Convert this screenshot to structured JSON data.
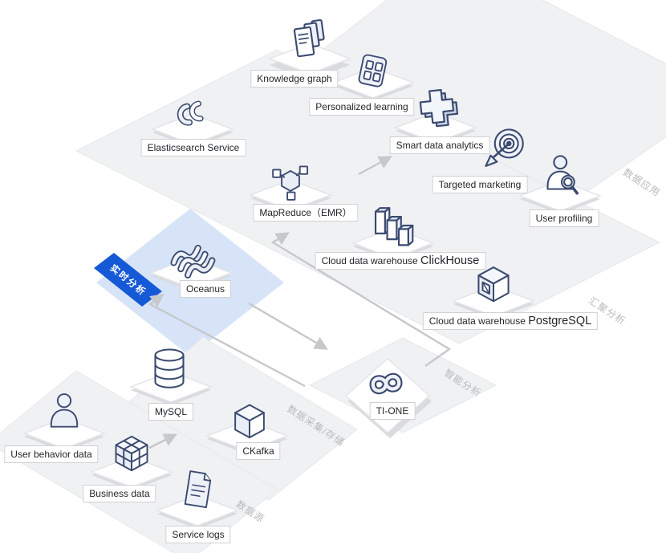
{
  "colors": {
    "accent_blue": "#1659d7",
    "band_gray": "#f0f1f3",
    "icon_navy": "#3b4a70",
    "light_blue": "#d7e4f8",
    "connector_gray": "#c6c8cb",
    "edge_label_gray": "#b8babe"
  },
  "bands": {
    "application": {
      "edge_label": "数据应用"
    },
    "aggregation": {
      "edge_label": "汇聚分析"
    },
    "realtime": {
      "edge_label": "实时分析"
    },
    "intelligent": {
      "edge_label": "智能分析"
    },
    "collection": {
      "edge_label": "数据采集/存储"
    },
    "source": {
      "edge_label": "数据源"
    }
  },
  "nodes": {
    "knowledge_graph": {
      "label": "Knowledge graph"
    },
    "personalized_learning": {
      "label": "Personalized learning"
    },
    "smart_data_analytics": {
      "label": "Smart data analytics"
    },
    "targeted_marketing": {
      "label": "Targeted marketing"
    },
    "user_profiling": {
      "label": "User profiling"
    },
    "elasticsearch": {
      "label": "Elasticsearch Service"
    },
    "mapreduce": {
      "label": "MapReduce（EMR）"
    },
    "clickhouse": {
      "label_prefix": "Cloud data warehouse ",
      "label_product": "ClickHouse"
    },
    "postgresql": {
      "label_prefix": "Cloud data warehouse ",
      "label_product": "PostgreSQL"
    },
    "oceanus": {
      "label": "Oceanus"
    },
    "ti_one": {
      "label": "TI-ONE"
    },
    "mysql": {
      "label": "MySQL"
    },
    "ckafka": {
      "label": "CKafka"
    },
    "user_behavior_data": {
      "label": "User behavior data"
    },
    "business_data": {
      "label": "Business data"
    },
    "service_logs": {
      "label": "Service logs"
    }
  }
}
